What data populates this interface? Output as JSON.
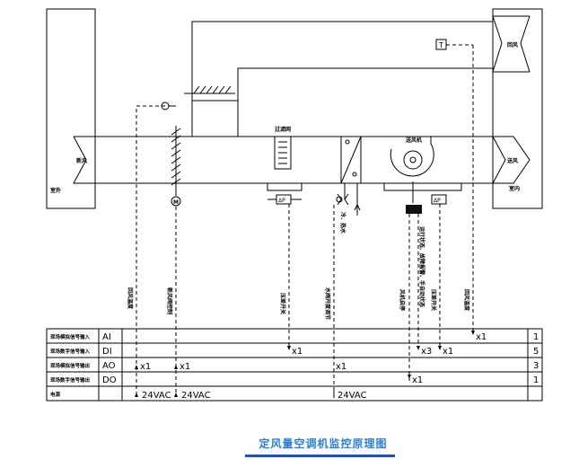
{
  "labels": {
    "outdoor": "室外",
    "indoor": "室内",
    "fresh_air": "新风",
    "return_air": "回风",
    "supply_air": "送风",
    "filter": "过滤网",
    "fan": "送风机",
    "temp_sensor": "T",
    "dp_symbol": "ΔP",
    "valve_label": "冷、热水",
    "motor_symbol": "M"
  },
  "vertical_labels": [
    "回风温度",
    "新风阀控制",
    "压差开关",
    "水阀开度调节",
    "风机启停",
    "运行状态、故障报警、手自动状态",
    "压差开关",
    "回风温度"
  ],
  "table": {
    "rows": [
      {
        "label": "现场模拟信号输入",
        "code": "AI",
        "count": "1"
      },
      {
        "label": "现场数字信号输入",
        "code": "DI",
        "count": "5"
      },
      {
        "label": "现场模拟信号输出",
        "code": "AO",
        "count": "3"
      },
      {
        "label": "现场数字信号输出",
        "code": "DO",
        "count": "1"
      },
      {
        "label": "电源",
        "code": "",
        "count": ""
      }
    ],
    "marks": {
      "ai_x1": "x1",
      "di_x1_a": "x1",
      "di_x3": "x3",
      "di_x1_b": "x1",
      "ao_x1_a": "x1",
      "ao_x1_b": "x1",
      "ao_x1_c": "x1",
      "do_x1": "x1",
      "pwr_1": "24VAC",
      "pwr_2": "24VAC",
      "pwr_3": "24VAC"
    }
  },
  "title": "定风量空调机监控原理图"
}
